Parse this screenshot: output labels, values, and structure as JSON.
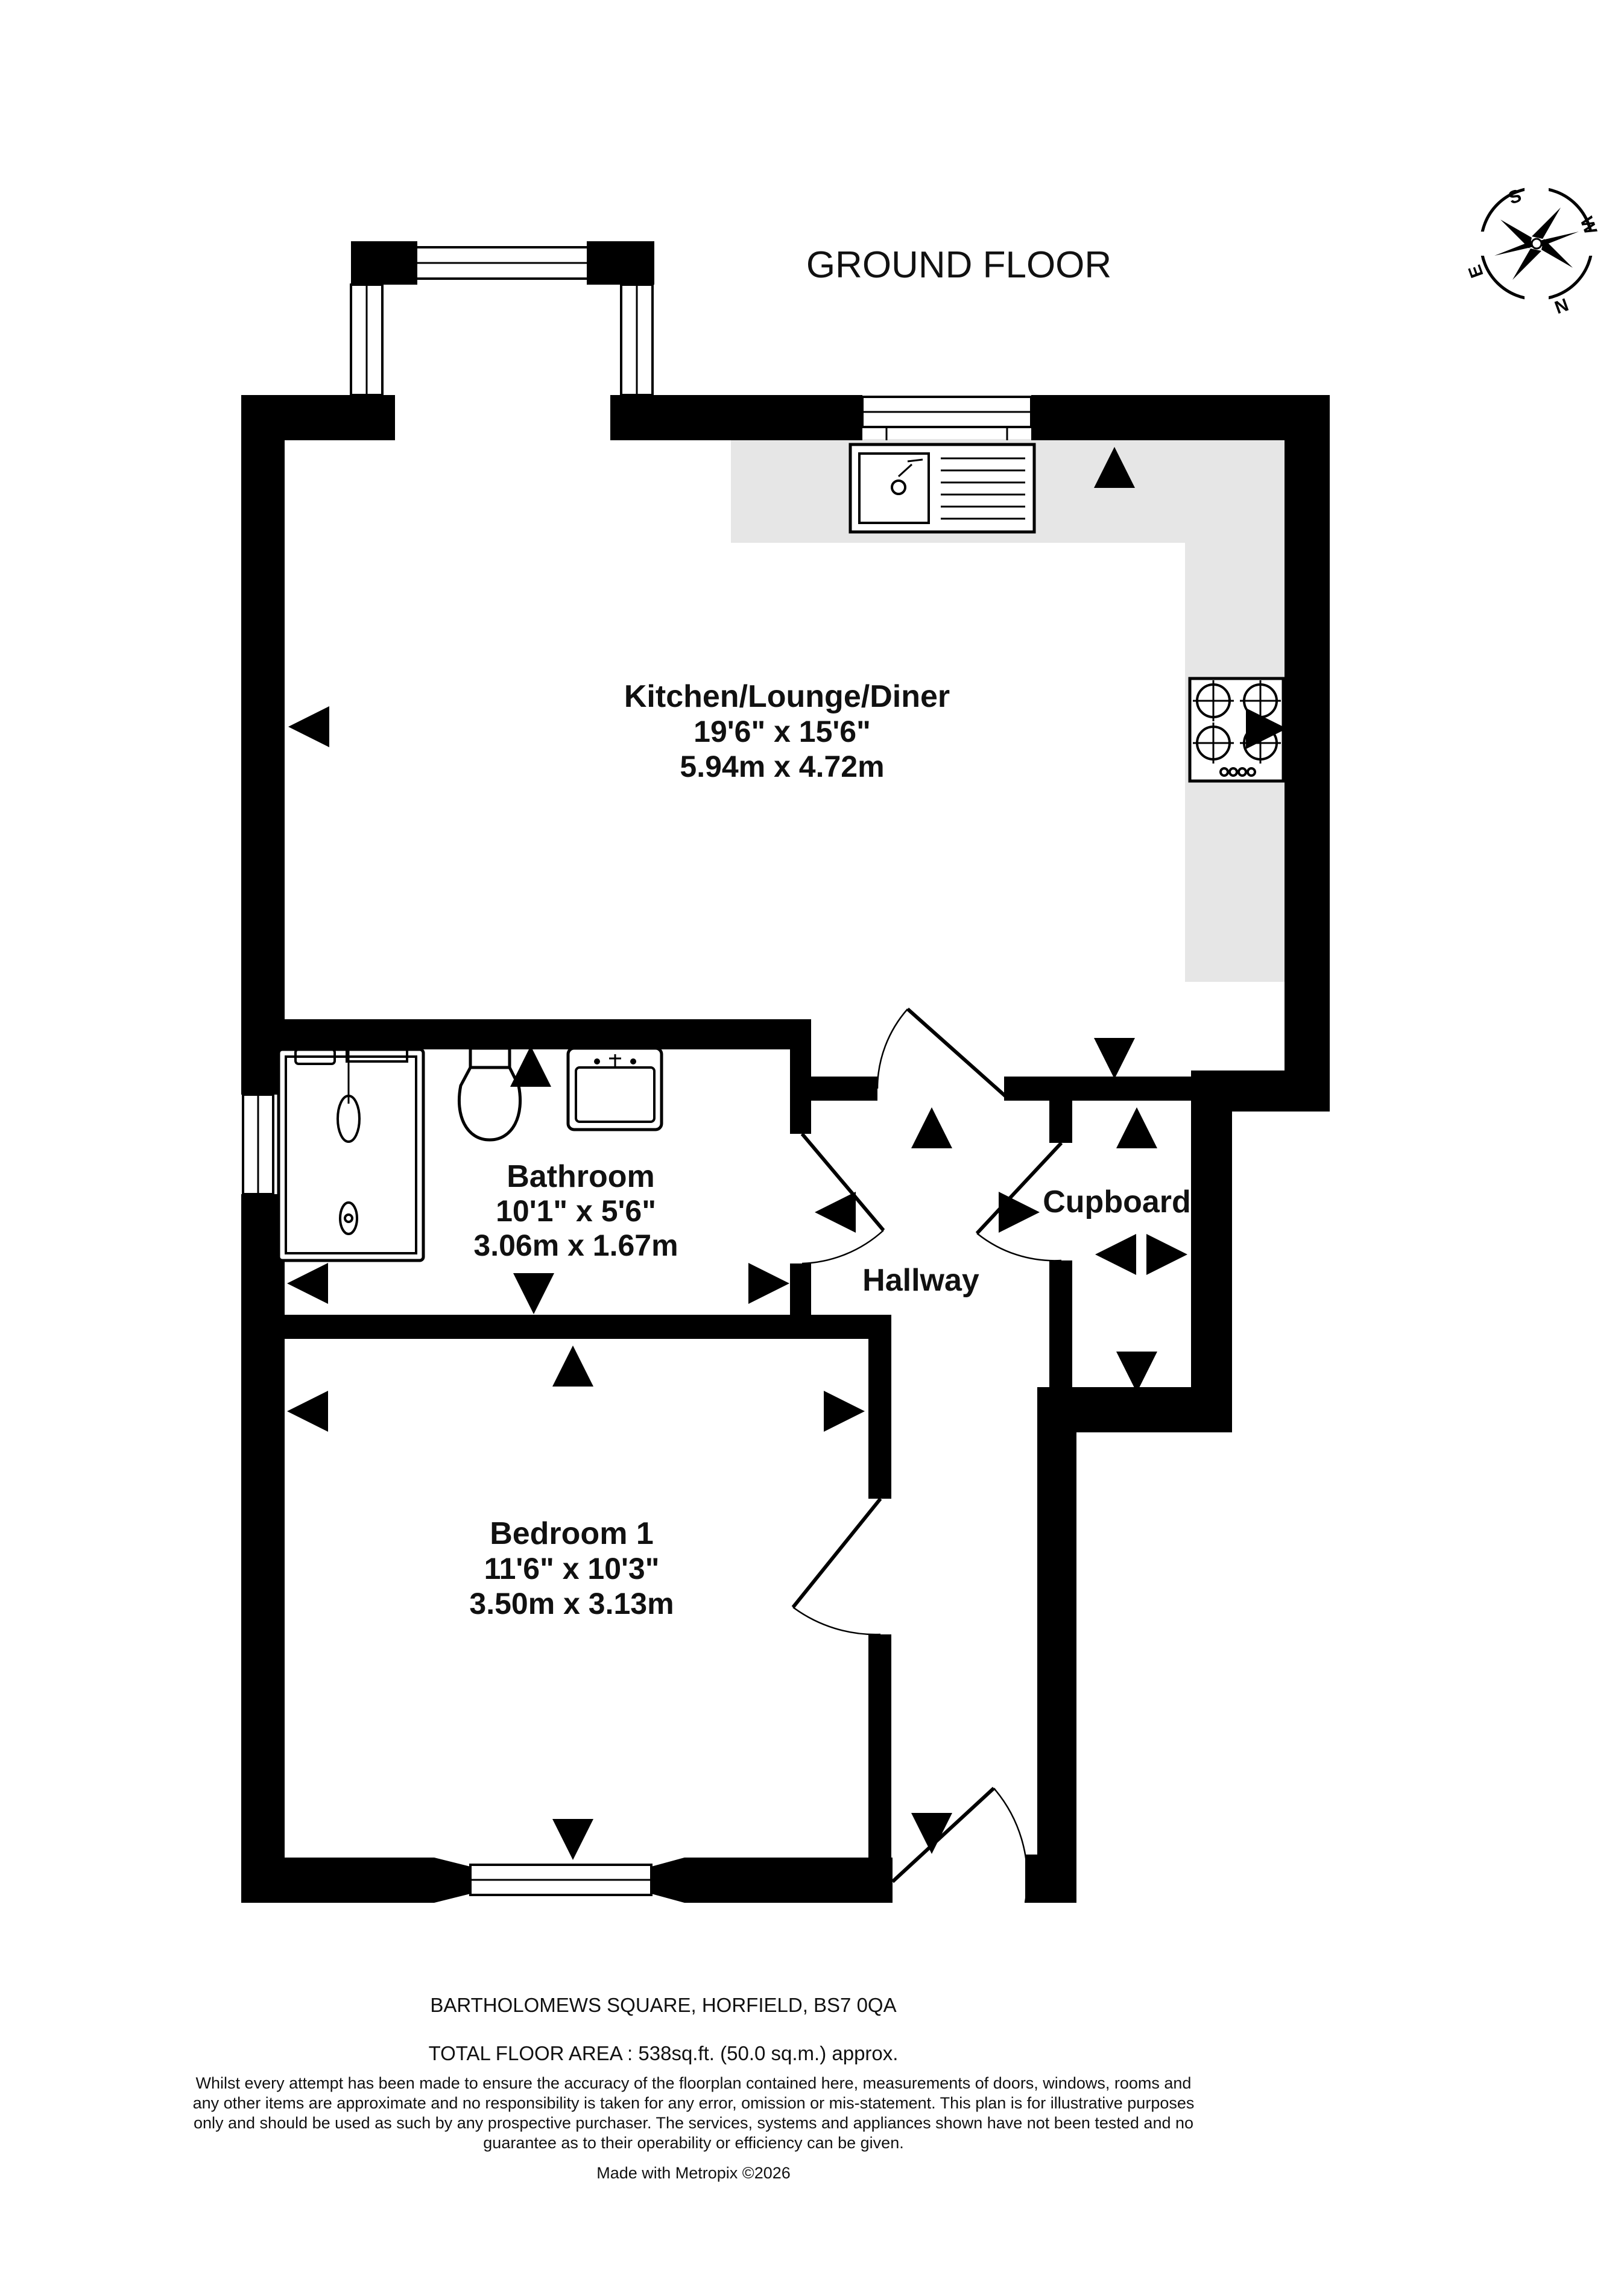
{
  "floor_title": "GROUND FLOOR",
  "compass": {
    "letters": [
      "S",
      "W",
      "E",
      "N"
    ]
  },
  "rooms": [
    {
      "id": "kitchen",
      "name": "Kitchen/Lounge/Diner",
      "imperial": "19'6\"  x 15'6\"",
      "metric": "5.94m  x 4.72m"
    },
    {
      "id": "bathroom",
      "name": "Bathroom",
      "imperial": "10'1\"  x 5'6\"",
      "metric": "3.06m  x 1.67m"
    },
    {
      "id": "bedroom",
      "name": "Bedroom 1",
      "imperial": "11'6\"  x 10'3\"",
      "metric": "3.50m  x 3.13m"
    },
    {
      "id": "hallway",
      "name": "Hallway"
    },
    {
      "id": "cupboard",
      "name": "Cupboard"
    }
  ],
  "footer": {
    "address": "BARTHOLOMEWS SQUARE, HORFIELD, BS7 0QA",
    "total_area": "TOTAL FLOOR AREA : 538sq.ft. (50.0 sq.m.) approx.",
    "disclaimer": "Whilst every attempt has been made to ensure the accuracy of the floorplan contained here, measurements of doors, windows, rooms and any other items are approximate and no responsibility is taken for any error, omission or mis-statement. This plan is for illustrative purposes only and should be used as such by any prospective purchaser. The services, systems and appliances shown have not been tested and no guarantee as to their operability or efficiency can be given.",
    "made_with": "Made with Metropix ©2026"
  },
  "colors": {
    "wall": "#000000",
    "worktop": "#e6e6e6",
    "background": "#ffffff"
  }
}
